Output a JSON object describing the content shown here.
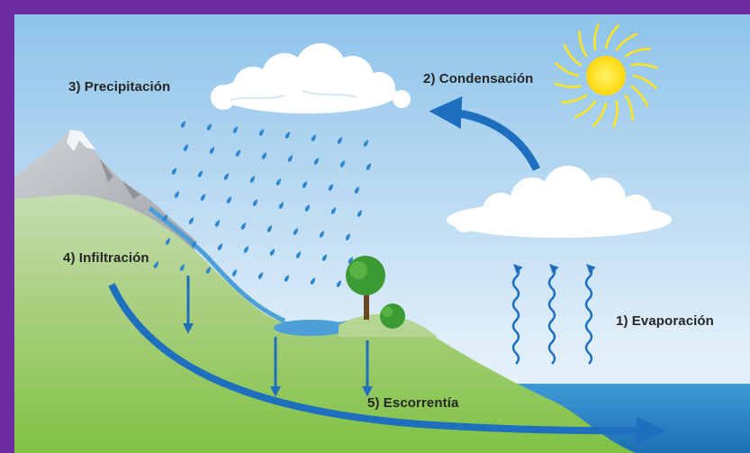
{
  "diagram": {
    "labels": {
      "evaporacion": "1) Evaporación",
      "condensacion": "2) Condensación",
      "precipitacion": "3) Precipitación",
      "infiltracion": "4) Infiltración",
      "escorrentia": "5) Escorrentía"
    },
    "colors": {
      "frame": "#6a2aa0",
      "sky_top": "#8ec3ea",
      "sky_bottom": "#dfeef9",
      "land_top": "#a9cf7e",
      "land_bottom": "#7fc244",
      "water": "#4d9fd8",
      "arrow": "#1f6fbf",
      "sun": "#ffe51a",
      "mountain": "#b9bec3"
    },
    "icons": [
      "sun-icon",
      "cloud-icon",
      "raindrop-icon",
      "tree-icon",
      "mountain-icon"
    ]
  }
}
